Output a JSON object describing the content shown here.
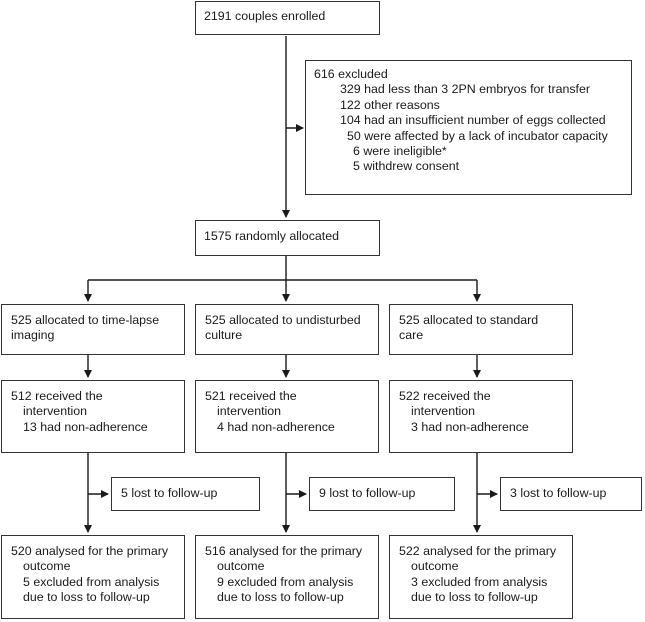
{
  "enrolled": "2191 couples enrolled",
  "excluded": {
    "title": "616 excluded",
    "reasons": [
      "329 had less than 3 2PN embryos for transfer",
      "122 other reasons",
      "104 had an insufficient number of eggs collected",
      "50 were affected by a lack of incubator capacity",
      "6 were ineligible*",
      "5 withdrew consent"
    ]
  },
  "randomised": "1575 randomly allocated",
  "arms": [
    {
      "allocated": [
        "525 allocated to time-lapse",
        "imaging"
      ],
      "received": [
        "512 received the",
        "intervention",
        "13 had non-adherence"
      ],
      "lost": "5 lost to follow-up",
      "analysed": [
        "520 analysed for the primary",
        "outcome",
        "5 excluded from analysis",
        "due to loss to follow-up"
      ]
    },
    {
      "allocated": [
        "525 allocated to undisturbed",
        "culture"
      ],
      "received": [
        "521 received the",
        "intervention",
        "4 had non-adherence"
      ],
      "lost": "9 lost to follow-up",
      "analysed": [
        "516 analysed for the primary",
        "outcome",
        "9 excluded from analysis",
        "due to loss to follow-up"
      ]
    },
    {
      "allocated": [
        "525 allocated to standard",
        "care"
      ],
      "received": [
        "522 received the",
        "intervention",
        "3 had non-adherence"
      ],
      "lost": "3 lost to follow-up",
      "analysed": [
        "522 analysed for the primary",
        "outcome",
        "3 excluded from analysis",
        "due to loss to follow-up"
      ]
    }
  ]
}
